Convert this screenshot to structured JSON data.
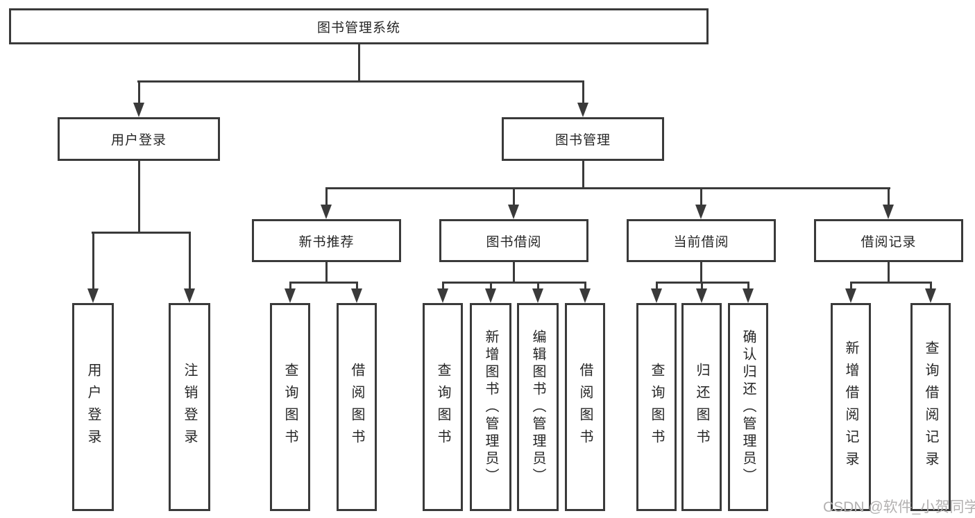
{
  "tree": {
    "root": {
      "label": "图书管理系统"
    },
    "level2": [
      {
        "label": "用户登录",
        "children": [
          {
            "label": "用户登录"
          },
          {
            "label": "注销登录"
          }
        ]
      },
      {
        "label": "图书管理",
        "children": [
          {
            "label": "新书推荐",
            "children": [
              {
                "label": "查询图书"
              },
              {
                "label": "借阅图书"
              }
            ]
          },
          {
            "label": "图书借阅",
            "children": [
              {
                "label": "查询图书"
              },
              {
                "label": "新增图书（管理员）"
              },
              {
                "label": "编辑图书（管理员）"
              },
              {
                "label": "借阅图书"
              }
            ]
          },
          {
            "label": "当前借阅",
            "children": [
              {
                "label": "查询图书"
              },
              {
                "label": "归还图书"
              },
              {
                "label": "确认归还（管理员）"
              }
            ]
          },
          {
            "label": "借阅记录",
            "children": [
              {
                "label": "新增借阅记录"
              },
              {
                "label": "查询借阅记录"
              }
            ]
          }
        ]
      }
    ]
  },
  "watermark": {
    "text": "CSDN @软件_小贺同学"
  },
  "colors": {
    "line": "#3a3a3a",
    "text": "#262626",
    "background": "#ffffff",
    "watermark": "#b3b1b1"
  }
}
